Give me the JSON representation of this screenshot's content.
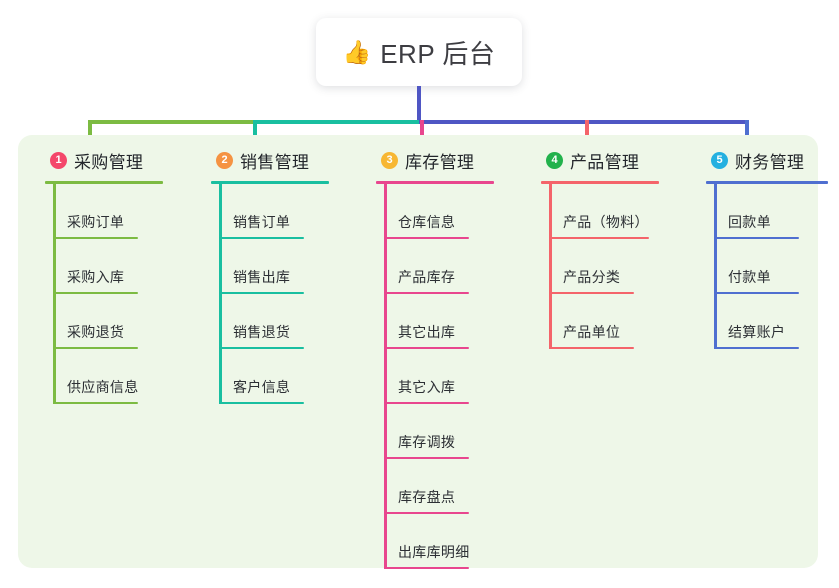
{
  "root": {
    "icon": "thumbs-up-icon",
    "icon_glyph": "👍",
    "title": "ERP 后台"
  },
  "colors": {
    "panel_background": "#eef7e8",
    "stem": "#4f56c4",
    "bus_green": "#7cbb42",
    "bus_teal": "#19bfa0",
    "bus_blue": "#4f56c4",
    "drop_green": "#7cbb42",
    "drop_teal": "#19bfa0",
    "drop_pink": "#e8468e",
    "drop_red": "#f4646a",
    "drop_blue": "#4f6fd0",
    "title_text": "#3d3d42"
  },
  "columns": [
    {
      "number": "1",
      "title": "采购管理",
      "badge_color": "#f4476a",
      "line_color": "#7cbb42",
      "items": [
        {
          "label": "采购订单"
        },
        {
          "label": "采购入库"
        },
        {
          "label": "采购退货"
        },
        {
          "label": "供应商信息"
        }
      ]
    },
    {
      "number": "2",
      "title": "销售管理",
      "badge_color": "#f59342",
      "line_color": "#19bfa0",
      "items": [
        {
          "label": "销售订单"
        },
        {
          "label": "销售出库"
        },
        {
          "label": "销售退货"
        },
        {
          "label": "客户信息"
        }
      ]
    },
    {
      "number": "3",
      "title": "库存管理",
      "badge_color": "#f7b733",
      "line_color": "#e8468e",
      "items": [
        {
          "label": "仓库信息"
        },
        {
          "label": "产品库存"
        },
        {
          "label": "其它出库"
        },
        {
          "label": "其它入库"
        },
        {
          "label": "库存调拨"
        },
        {
          "label": "库存盘点"
        },
        {
          "label": "出库库明细"
        }
      ]
    },
    {
      "number": "4",
      "title": "产品管理",
      "badge_color": "#22b24c",
      "line_color": "#f4646a",
      "items": [
        {
          "label": "产品（物料）"
        },
        {
          "label": "产品分类"
        },
        {
          "label": "产品单位"
        }
      ]
    },
    {
      "number": "5",
      "title": "财务管理",
      "badge_color": "#24b0e0",
      "line_color": "#4f6fd0",
      "items": [
        {
          "label": "回款单"
        },
        {
          "label": "付款单"
        },
        {
          "label": "结算账户"
        }
      ]
    }
  ]
}
